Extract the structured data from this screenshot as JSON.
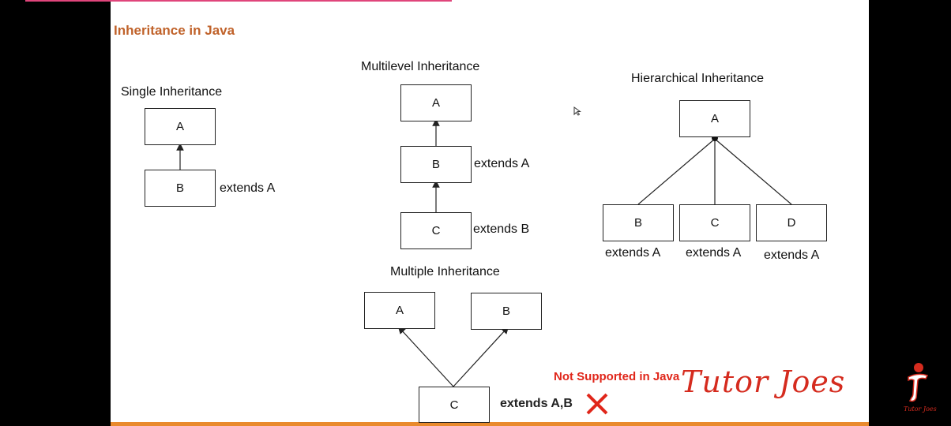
{
  "slide": {
    "title": "Inheritance in Java"
  },
  "single": {
    "heading": "Single Inheritance",
    "box_a": "A",
    "box_b": "B",
    "extends_b": "extends A"
  },
  "multilevel": {
    "heading": "Multilevel Inheritance",
    "box_a": "A",
    "box_b": "B",
    "box_c": "C",
    "extends_b": "extends A",
    "extends_c": "extends B"
  },
  "hierarchical": {
    "heading": "Hierarchical Inheritance",
    "box_a": "A",
    "box_b": "B",
    "box_c": "C",
    "box_d": "D",
    "extends_b": "extends A",
    "extends_c": "extends A",
    "extends_d": "extends A"
  },
  "multiple": {
    "heading": "Multiple Inheritance",
    "box_a": "A",
    "box_b": "B",
    "box_c": "C",
    "extends_c": "extends A,B",
    "warning": "Not Supported in Java",
    "cross_icon": "cross-icon"
  },
  "branding": {
    "name": "Tutor Joes",
    "logo_caption": "Tutor Joes",
    "brand_color": "#d52b1e"
  },
  "colors": {
    "title": "#c0622a",
    "warning": "#e0261a",
    "bottom_bar": "#e98a2d"
  }
}
